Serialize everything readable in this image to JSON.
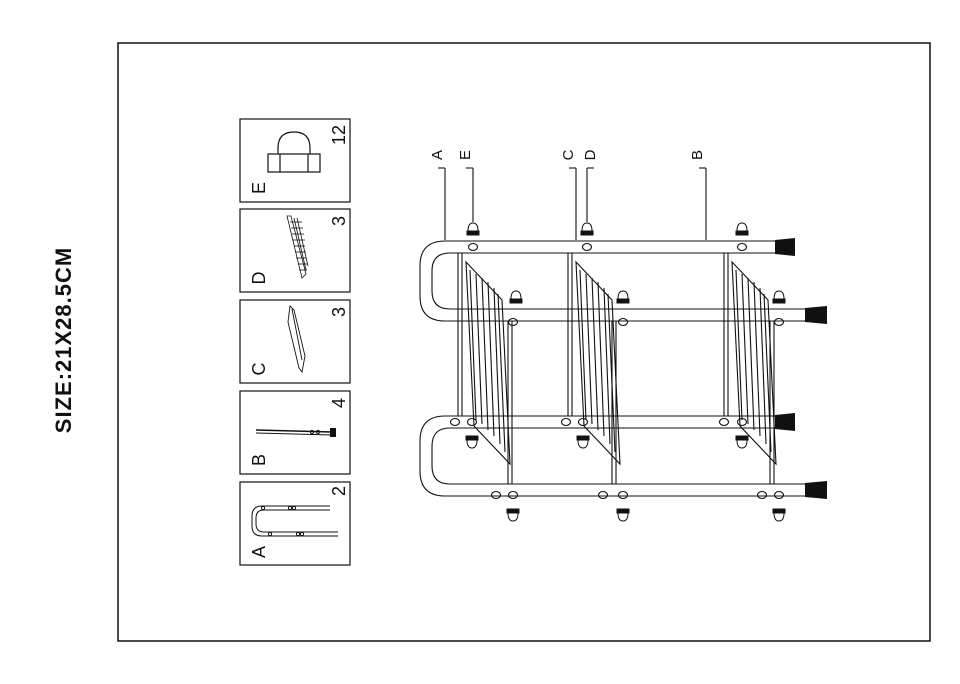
{
  "size_label": "SIZE:21X28.5CM",
  "parts": [
    {
      "letter": "A",
      "qty": "2",
      "icon": "u-tube-frame-icon"
    },
    {
      "letter": "B",
      "qty": "4",
      "icon": "straight-tube-icon"
    },
    {
      "letter": "C",
      "qty": "3",
      "icon": "shelf-frame-icon"
    },
    {
      "letter": "D",
      "qty": "3",
      "icon": "grid-shelf-icon"
    },
    {
      "letter": "E",
      "qty": "12",
      "icon": "bolt-nut-icon"
    }
  ],
  "callouts": [
    {
      "label": "A"
    },
    {
      "label": "E"
    },
    {
      "label": "C"
    },
    {
      "label": "D"
    },
    {
      "label": "B"
    }
  ],
  "colors": {
    "line": "#111111",
    "background": "#ffffff"
  }
}
